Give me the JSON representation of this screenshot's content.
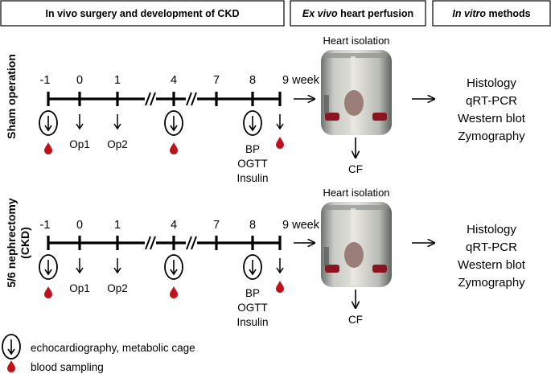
{
  "headers": {
    "surgery": "In vivo surgery  and development of CKD",
    "perfusion_em": "Ex vivo",
    "perfusion_rest": " heart perfusion",
    "methods_em": "In vitro",
    "methods_rest": " methods"
  },
  "rows": [
    {
      "group_label": "Sham operation",
      "ticks": [
        "-1",
        "0",
        "1",
        "4",
        "7",
        "8",
        "9 week"
      ],
      "op1": "Op1",
      "op2": "Op2",
      "measures": [
        "BP",
        "OGTT",
        "Insulin"
      ],
      "isolation_label": "Heart isolation",
      "cf_label": "CF",
      "methods": [
        "Histology",
        "qRT-PCR",
        "Western blot",
        "Zymography"
      ]
    },
    {
      "group_label": "5/6 nephrectomy",
      "group_sublabel": "(CKD)",
      "ticks": [
        "-1",
        "0",
        "1",
        "4",
        "7",
        "8",
        "9 week"
      ],
      "op1": "Op1",
      "op2": "Op2",
      "measures": [
        "BP",
        "OGTT",
        "Insulin"
      ],
      "isolation_label": "Heart isolation",
      "cf_label": "CF",
      "methods": [
        "Histology",
        "qRT-PCR",
        "Western blot",
        "Zymography"
      ]
    }
  ],
  "legend": {
    "echo": "echocardiography, metabolic cage",
    "blood": "blood sampling"
  },
  "colors": {
    "blood_drop": "#c0111a",
    "line": "#000000",
    "panel_border": "#000000"
  }
}
